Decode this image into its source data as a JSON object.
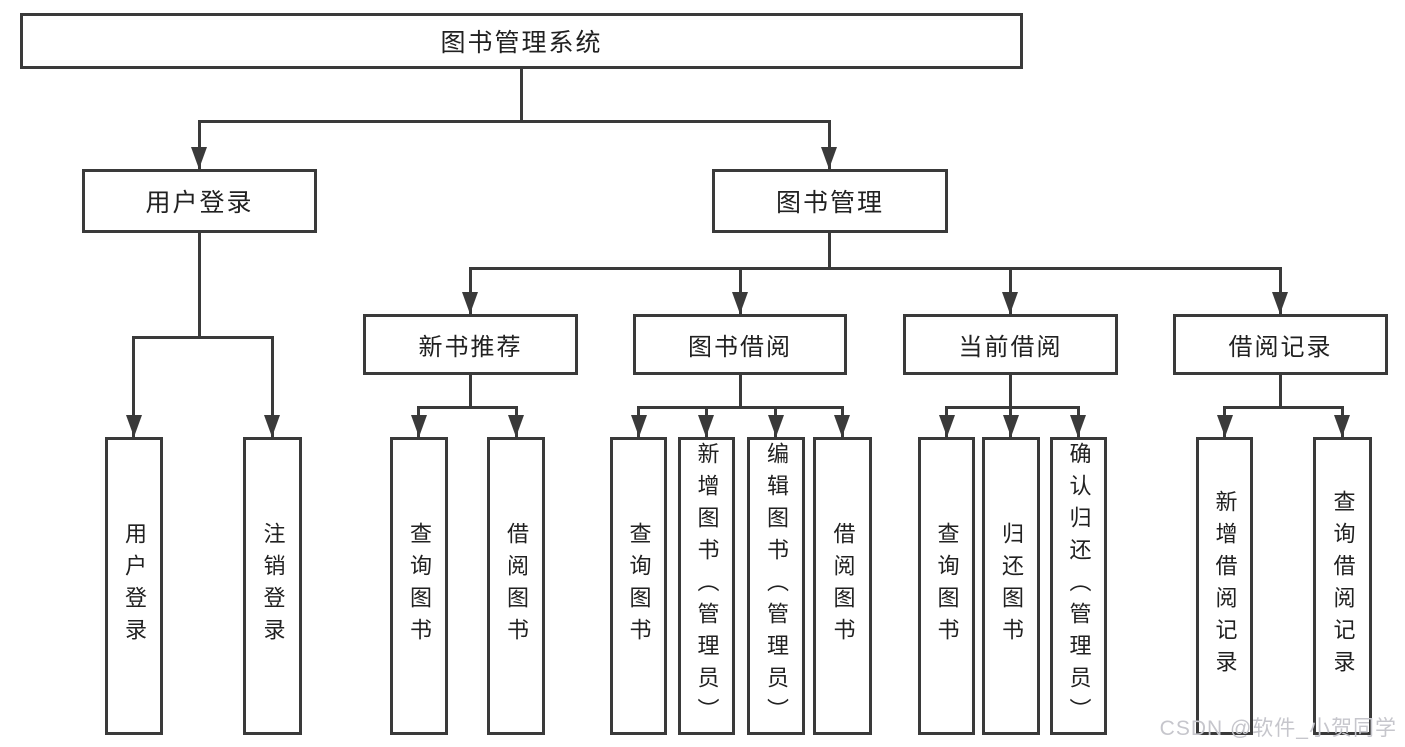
{
  "diagram": {
    "root": {
      "label": "图书管理系统"
    },
    "level2": [
      {
        "label": "用户登录"
      },
      {
        "label": "图书管理"
      }
    ],
    "level3": [
      {
        "label": "新书推荐"
      },
      {
        "label": "图书借阅"
      },
      {
        "label": "当前借阅"
      },
      {
        "label": "借阅记录"
      }
    ],
    "leaves": {
      "user_login": [
        "用户登录",
        "注销登录"
      ],
      "new_book": [
        "查询图书",
        "借阅图书"
      ],
      "book_borrow": [
        "查询图书",
        "新增图书（管理员）",
        "编辑图书（管理员）",
        "借阅图书"
      ],
      "current_borrow": [
        "查询图书",
        "归还图书",
        "确认归还（管理员）"
      ],
      "borrow_record": [
        "新增借阅记录",
        "查询借阅记录"
      ]
    }
  },
  "watermark": {
    "text": "CSDN @软件_小贺同学"
  },
  "colors": {
    "line": "#3a3a3a",
    "text": "#212121",
    "background": "#ffffff",
    "watermark": "#c6c6cc"
  }
}
